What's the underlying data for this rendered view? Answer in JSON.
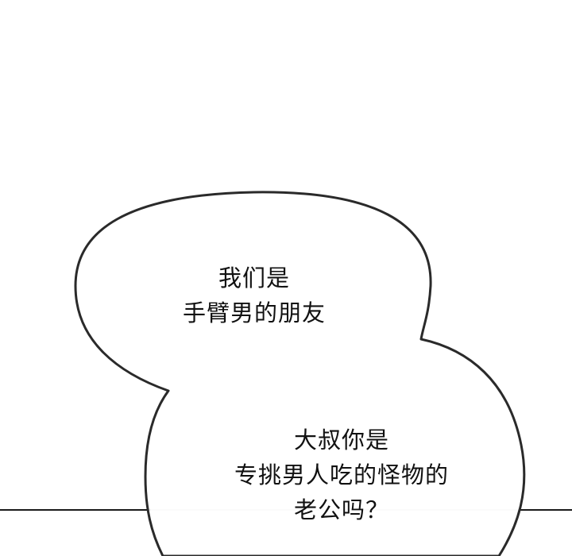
{
  "panel": {
    "background": "#ffffff",
    "outline_color": "#2a2a2a"
  },
  "bubble_top": {
    "lines": [
      "我们是",
      "手臂男的朋友"
    ]
  },
  "bubble_bottom": {
    "lines": [
      "大叔你是",
      "专挑男人吃的怪物的",
      "老公吗？"
    ]
  }
}
